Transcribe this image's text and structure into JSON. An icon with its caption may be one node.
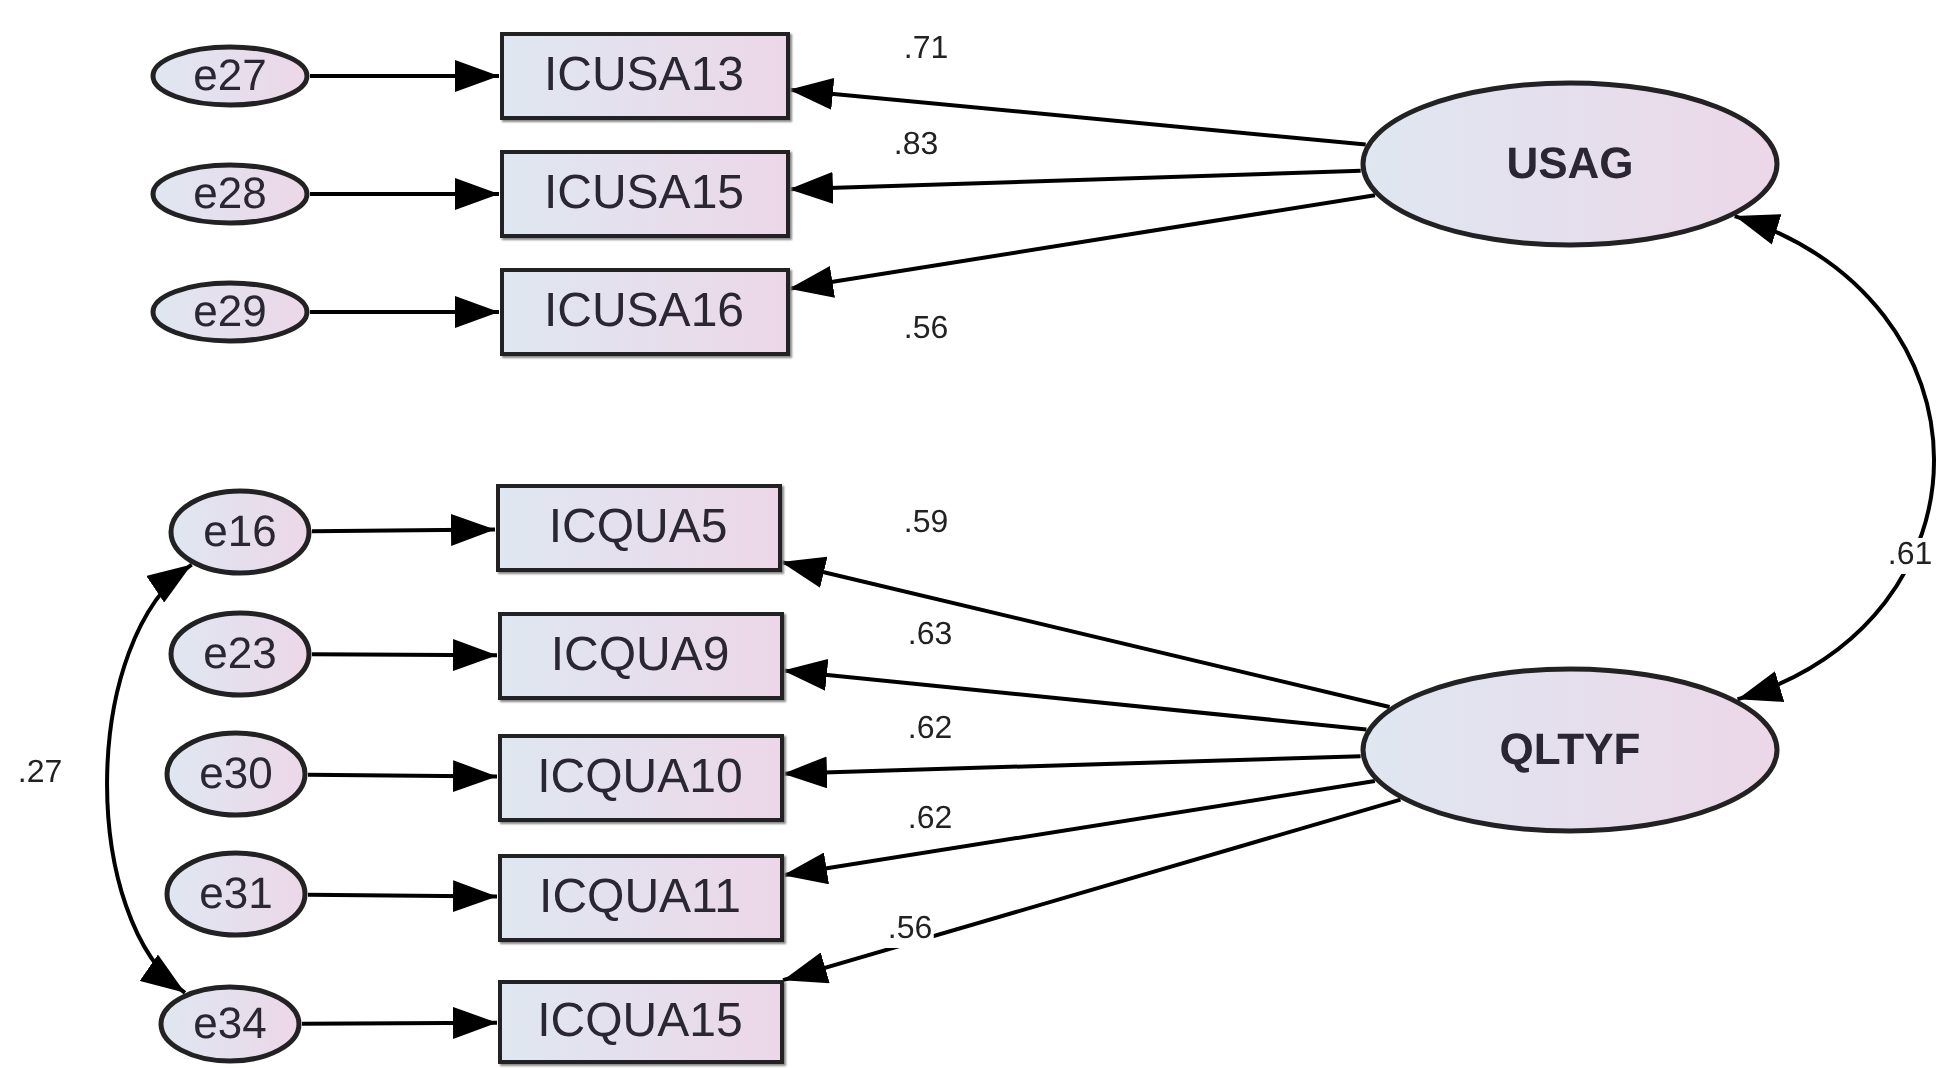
{
  "diagram": {
    "nodes": [
      {
        "text": [
          "e27"
        ]
      },
      {
        "text": [
          "ICUSA13"
        ]
      },
      {
        "text": [
          "e28"
        ]
      },
      {
        "text": [
          "ICUSA15"
        ]
      },
      {
        "text": [
          "e29"
        ]
      },
      {
        "text": [
          "ICUSA16"
        ]
      },
      {
        "text": [
          "USAG"
        ]
      },
      {
        "text": [
          "e16"
        ]
      },
      {
        "text": [
          "ICQUA5"
        ]
      },
      {
        "text": [
          "e23"
        ]
      },
      {
        "text": [
          "ICQUA9"
        ]
      },
      {
        "text": [
          "e30"
        ]
      },
      {
        "text": [
          "ICQUA10"
        ]
      },
      {
        "text": [
          "e31"
        ]
      },
      {
        "text": [
          "ICQUA11"
        ]
      },
      {
        "text": [
          "e34"
        ]
      },
      {
        "text": [
          "ICQUA15"
        ]
      },
      {
        "text": [
          "QLTYF"
        ]
      }
    ],
    "edges": [
      {
        "from": 0,
        "to": 1,
        "arrow": "to"
      },
      {
        "from": 6,
        "to": 1,
        "arrow": "to",
        "label": ".71"
      },
      {
        "from": 2,
        "to": 3,
        "arrow": "to"
      },
      {
        "from": 6,
        "to": 3,
        "arrow": "to",
        "label": ".83"
      },
      {
        "from": 4,
        "to": 5,
        "arrow": "to"
      },
      {
        "from": 6,
        "to": 5,
        "arrow": "to",
        "label": ".56"
      },
      {
        "from": 6,
        "to": 17,
        "arrow": "both",
        "label": ".61"
      },
      {
        "from": 7,
        "to": 15,
        "arrow": "both",
        "label": ".27"
      },
      {
        "from": 7,
        "to": 8,
        "arrow": "to"
      },
      {
        "from": 17,
        "to": 8,
        "arrow": "to",
        "label": ".59"
      },
      {
        "from": 9,
        "to": 10,
        "arrow": "to"
      },
      {
        "from": 17,
        "to": 10,
        "arrow": "to",
        "label": ".63"
      },
      {
        "from": 11,
        "to": 12,
        "arrow": "to"
      },
      {
        "from": 17,
        "to": 12,
        "arrow": "to",
        "label": ".62"
      },
      {
        "from": 13,
        "to": 14,
        "arrow": "to"
      },
      {
        "from": 17,
        "to": 14,
        "arrow": "to",
        "label": ".62"
      },
      {
        "from": 15,
        "to": 16,
        "arrow": "to"
      },
      {
        "from": 17,
        "to": 16,
        "arrow": "to",
        "label": ".56"
      }
    ]
  }
}
